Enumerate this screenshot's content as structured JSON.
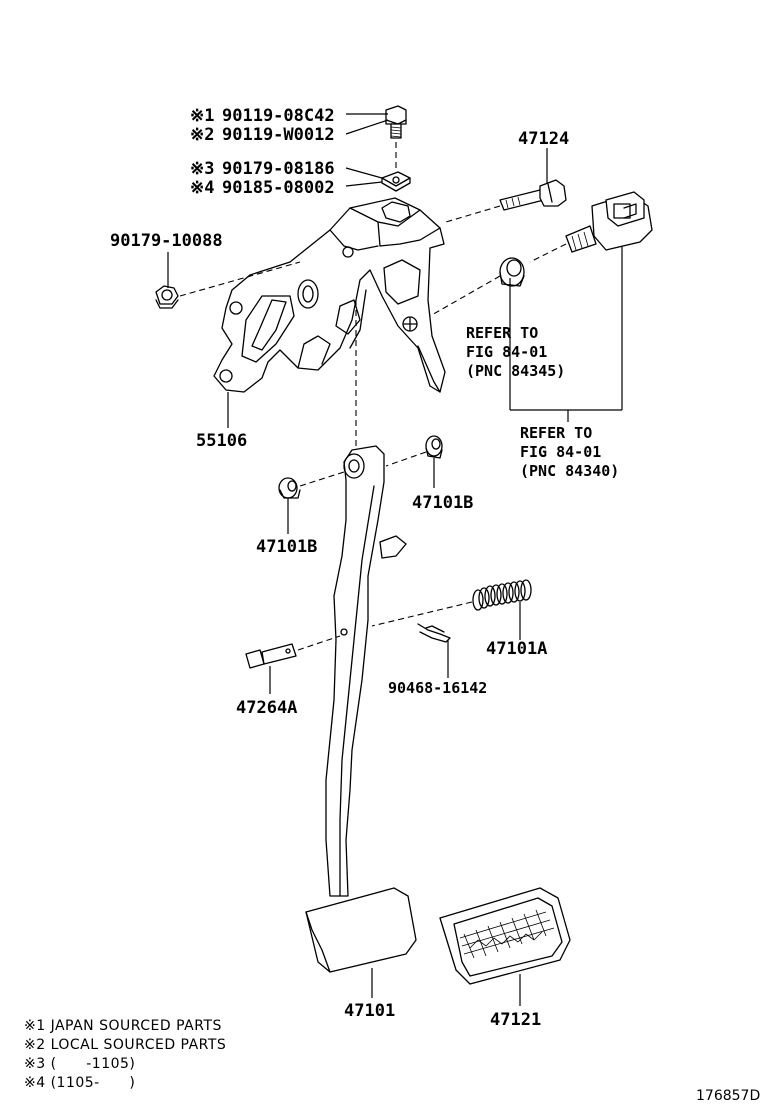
{
  "labels": {
    "bolt_mark1": "※1",
    "bolt_pn1": "90119-08C42",
    "bolt_mark2": "※2",
    "bolt_pn2": "90119-W0012",
    "nut_mark3": "※3",
    "nut_pn3": "90179-08186",
    "nut_mark4": "※4",
    "nut_pn4": "90185-08002",
    "p47124": "47124",
    "p90179_10088": "90179-10088",
    "p55106": "55106",
    "p47101B_right": "47101B",
    "p47101B_left": "47101B",
    "p47101A": "47101A",
    "p90468_16142": "90468-16142",
    "p47264A": "47264A",
    "p47101": "47101",
    "p47121": "47121"
  },
  "refs": {
    "ref1_line1": "REFER TO",
    "ref1_line2": "FIG 84-01",
    "ref1_line3": "(PNC 84345)",
    "ref2_line1": "REFER TO",
    "ref2_line2": "FIG 84-01",
    "ref2_line3": "(PNC 84340)"
  },
  "notes": [
    "※1 JAPAN SOURCED PARTS",
    "※2 LOCAL SOURCED PARTS",
    "※3 (      -1105)",
    "※4 (1105-      )"
  ],
  "figure_id": "176857D"
}
